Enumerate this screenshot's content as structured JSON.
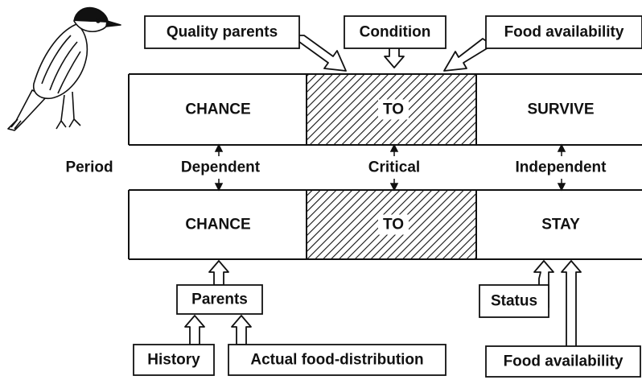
{
  "top_inputs": [
    "Quality parents",
    "Condition",
    "Food availability"
  ],
  "rows": [
    {
      "cells": [
        "CHANCE",
        "TO",
        "SURVIVE"
      ]
    },
    {
      "cells": [
        "CHANCE",
        "TO",
        "STAY"
      ]
    }
  ],
  "period": {
    "label": "Period",
    "phases": [
      "Dependent",
      "Critical",
      "Independent"
    ]
  },
  "bottom_inputs": {
    "parents": "Parents",
    "history": "History",
    "actual_food": "Actual food-distribution",
    "status": "Status",
    "food_availability": "Food availability"
  },
  "illustration": "bird-icon"
}
